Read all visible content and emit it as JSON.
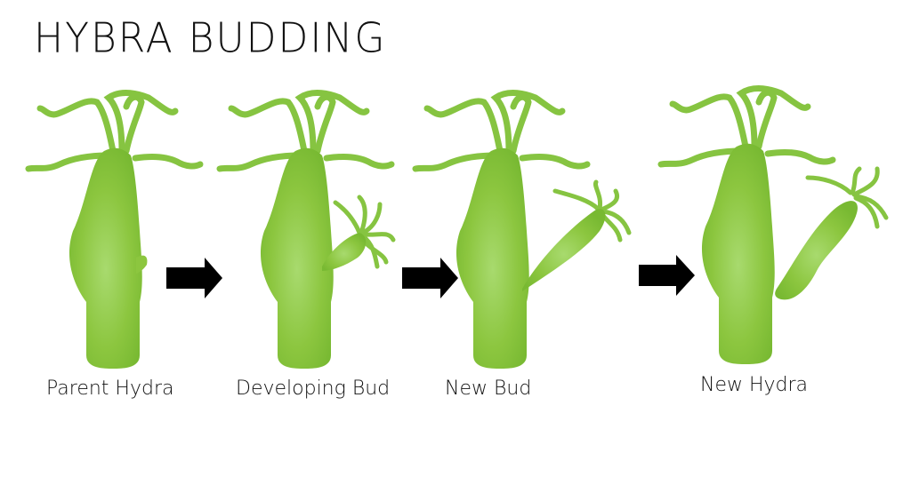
{
  "title": "HYBRA BUDDING",
  "colors": {
    "body_light": "#a6d96a",
    "body_mid": "#8cc63f",
    "body_dark": "#74b72e",
    "tentacle": "#86c441",
    "arrow": "#000000",
    "text": "#111111",
    "background": "#ffffff"
  },
  "stages": [
    {
      "label": "Parent Hydra"
    },
    {
      "label": "Developing Bud"
    },
    {
      "label": "New Bud"
    },
    {
      "label": "New Hydra"
    }
  ],
  "arrows": [
    {
      "icon": "right-arrow-icon"
    },
    {
      "icon": "right-arrow-icon"
    },
    {
      "icon": "right-arrow-icon"
    }
  ]
}
